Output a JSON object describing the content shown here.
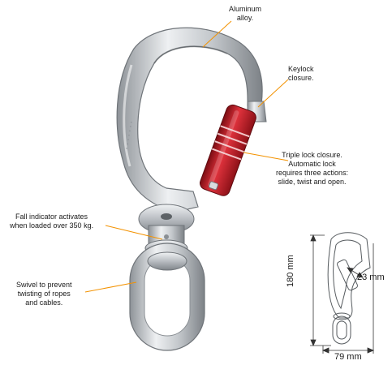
{
  "callouts": {
    "aluminum": {
      "line1": "Aluminum",
      "line2": "alloy."
    },
    "keylock": {
      "line1": "Keylock",
      "line2": "closure."
    },
    "triple_lock": {
      "line1": "Triple lock closure.",
      "line2": "Automatic lock",
      "line3": "requires three actions:",
      "line4": "slide, twist and open."
    },
    "fall_indicator": {
      "line1": "Fall indicator activates",
      "line2": "when loaded over 350 kg."
    },
    "swivel": {
      "line1": "Swivel to prevent",
      "line2": "twisting of ropes",
      "line3": "and cables."
    }
  },
  "dimensions": {
    "height": "180 mm",
    "width": "79 mm",
    "gate_opening": "23 mm"
  },
  "colors": {
    "callout_line": "#f39200",
    "gate_red": "#c8202b",
    "metal": "#c9cdd2",
    "dimension_line": "#333333"
  }
}
